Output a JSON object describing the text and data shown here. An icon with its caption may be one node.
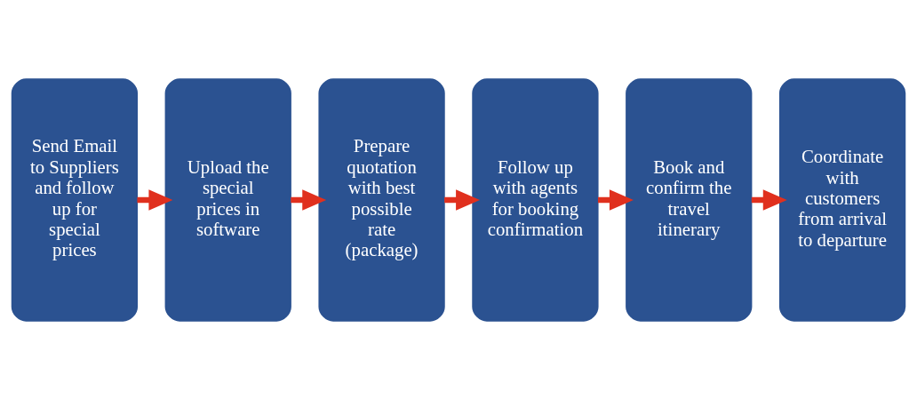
{
  "diagram": {
    "nodes": [
      {
        "text": [
          "Send Email to Suppliers and follow up for special prices"
        ]
      },
      {
        "text": [
          "Upload the special prices in software"
        ]
      },
      {
        "text": [
          "Prepare quotation with best possible rate (package)"
        ]
      },
      {
        "text": [
          "Follow up with agents for booking confirmation"
        ]
      },
      {
        "text": [
          "Book and confirm the travel itinerary"
        ]
      },
      {
        "text": [
          "Coordinate with customers from arrival to departure"
        ]
      }
    ],
    "edges": [
      {
        "from": 0,
        "to": 1,
        "arrow": "to"
      },
      {
        "from": 1,
        "to": 2,
        "arrow": "to"
      },
      {
        "from": 2,
        "to": 3,
        "arrow": "to"
      },
      {
        "from": 3,
        "to": 4,
        "arrow": "to"
      },
      {
        "from": 4,
        "to": 5,
        "arrow": "to"
      }
    ]
  }
}
